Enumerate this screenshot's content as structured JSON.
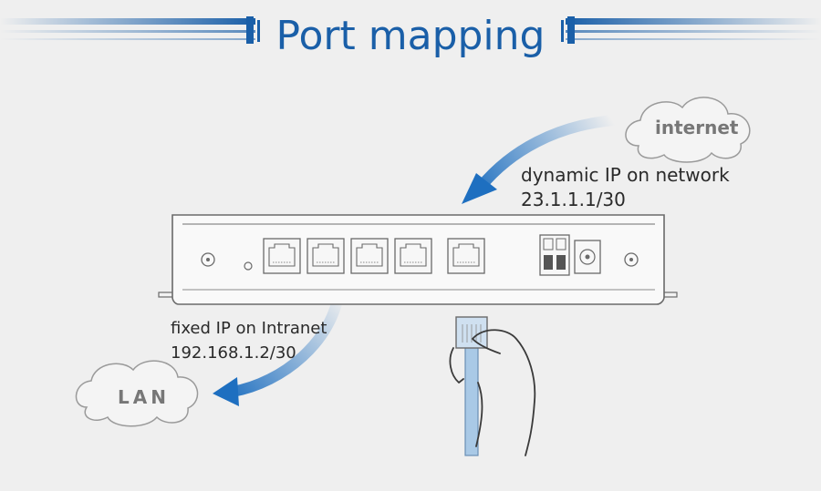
{
  "title": "Port mapping",
  "cloud_internet": "internet",
  "cloud_lan": "LAN",
  "wan_label": "dynamic IP on network",
  "wan_ip": "23.1.1.1/30",
  "lan_label": "fixed IP on Intranet",
  "lan_ip": "192.168.1.2/30",
  "colors": {
    "title": "#1a5fa8",
    "arrow": "#1e6fc0",
    "outline": "#6a6a6a",
    "cable": "#a9c9e6"
  },
  "icons": [
    "cloud-icon",
    "router-icon",
    "ethernet-port-icon",
    "hand-icon",
    "cable-icon"
  ]
}
